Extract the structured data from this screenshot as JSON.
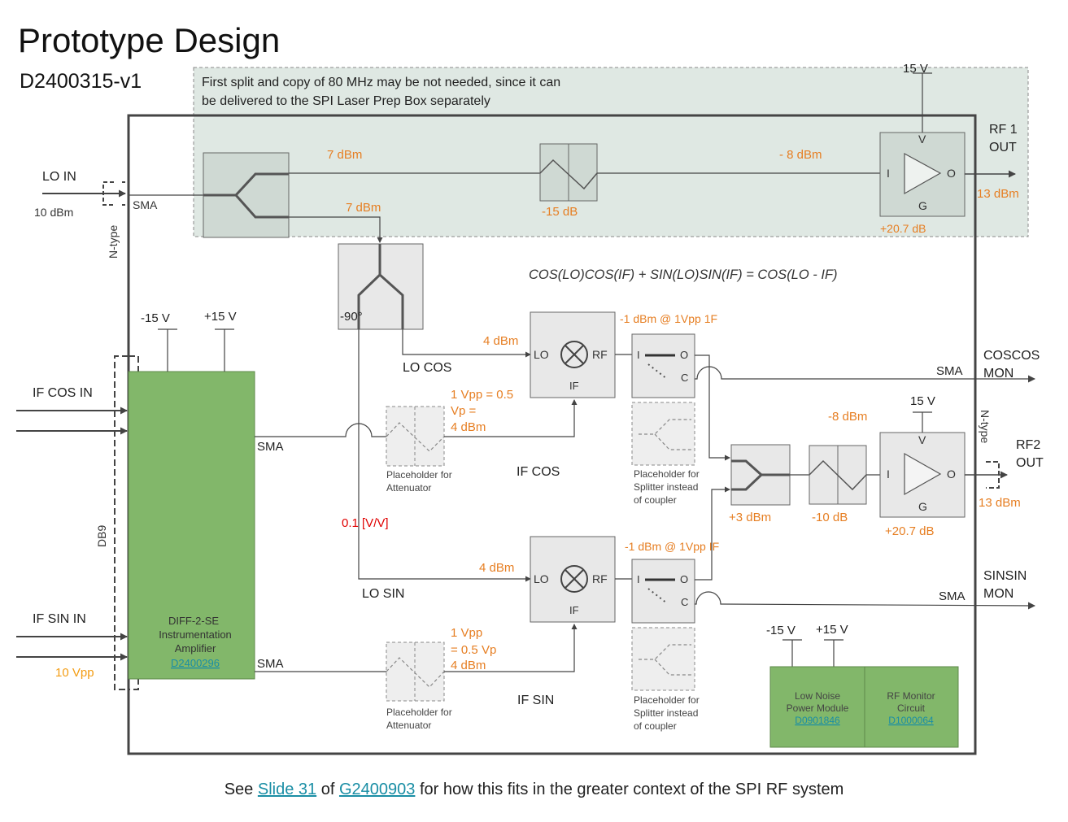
{
  "header": {
    "title": "Prototype Design",
    "doc_number": "D2400315-v1"
  },
  "note": {
    "line1": "First split and copy of 80 MHz may be not needed, since it can",
    "line2": "be delivered to the SPI Laser Prep Box separately"
  },
  "lo_input": {
    "label": "LO IN",
    "level": "10 dBm",
    "connector_ext": "N-type",
    "connector_int": "SMA"
  },
  "top_chain": {
    "splitter_out_upper": "7 dBm",
    "splitter_out_lower": "7 dBm",
    "attenuator": "-15 dB",
    "amp_in_level": "- 8 dBm",
    "amp_supply": "15 V",
    "amp_gain": "+20.7 dB",
    "output_level": "13 dBm",
    "output_label_1": "RF 1",
    "output_label_2": "OUT",
    "amp_pins": {
      "v": "V",
      "i": "I",
      "o": "O",
      "g": "G"
    }
  },
  "equation": "COS(LO)COS(IF) + SIN(LO)SIN(IF) = COS(LO - IF)",
  "phase_splitter": {
    "label": "-90°"
  },
  "instrumentation_amp": {
    "supply_neg": "-15 V",
    "supply_pos": "+15 V",
    "name_line1": "DIFF-2-SE",
    "name_line2": "Instrumentation",
    "name_line3": "Amplifier",
    "link": "D2400296",
    "out_upper": "SMA",
    "out_lower": "SMA"
  },
  "if_inputs": {
    "cos_label": "IF COS IN",
    "sin_label": "IF SIN IN",
    "connector": "DB9",
    "level": "10 Vpp",
    "gain_note": "0.1 [V/V]"
  },
  "cos_path": {
    "lo_label": "LO COS",
    "lo_level": "4 dBm",
    "mixer_ports": {
      "lo": "LO",
      "rf": "RF",
      "if": "IF"
    },
    "rf_level": "-1 dBm @ 1Vpp 1F",
    "if_level_1": "1 Vpp = 0.5",
    "if_level_2": "Vp =",
    "if_level_3": "4 dBm",
    "if_label": "IF COS",
    "atten_caption_1": "Placeholder for",
    "atten_caption_2": "Attenuator",
    "coupler_pins": {
      "i": "I",
      "o": "O",
      "c": "C"
    },
    "splitter_caption_1": "Placeholder for",
    "splitter_caption_2": "Splitter instead",
    "splitter_caption_3": "of coupler",
    "monitor_connector": "SMA",
    "monitor_label_1": "COSCOS",
    "monitor_label_2": "MON"
  },
  "sin_path": {
    "lo_label": "LO SIN",
    "lo_level": "4 dBm",
    "mixer_ports": {
      "lo": "LO",
      "rf": "RF",
      "if": "IF"
    },
    "rf_level": "-1 dBm @ 1Vpp IF",
    "if_level_1": "1 Vpp",
    "if_level_2": "= 0.5 Vp",
    "if_level_3": "4 dBm",
    "if_label": "IF SIN",
    "atten_caption_1": "Placeholder for",
    "atten_caption_2": "Attenuator",
    "coupler_pins": {
      "i": "I",
      "o": "O",
      "c": "C"
    },
    "splitter_caption_1": "Placeholder for",
    "splitter_caption_2": "Splitter instead",
    "splitter_caption_3": "of coupler",
    "monitor_connector": "SMA",
    "monitor_label_1": "SINSIN",
    "monitor_label_2": "MON"
  },
  "output_chain": {
    "combiner_level": "+3 dBm",
    "attenuator": "-10 dB",
    "amp_in_level": "-8 dBm",
    "amp_supply": "15 V",
    "amp_gain": "+20.7 dB",
    "amp_pins": {
      "v": "V",
      "i": "I",
      "o": "O",
      "g": "G"
    },
    "connector": "N-type",
    "output_level": "13 dBm",
    "output_label_1": "RF2",
    "output_label_2": "OUT"
  },
  "power": {
    "supply_neg": "-15 V",
    "supply_pos": "+15 V",
    "module_line1": "Low Noise",
    "module_line2": "Power Module",
    "module_link": "D0901846",
    "monitor_line1": "RF Monitor",
    "monitor_line2": "Circuit",
    "monitor_link": "D1000064"
  },
  "footer": {
    "text1": "See",
    "link1": "Slide 31",
    "text2": "of",
    "link2": "G2400903",
    "text3": "for how this fits in the greater context of the SPI RF system"
  },
  "colors": {
    "green_box": "#82b76a",
    "note_fill": "#dfe8e3",
    "component_fill": "#e8e8e8",
    "level_orange": "#e67e22",
    "link": "#1a8ea5",
    "gain_red": "#e00000"
  }
}
